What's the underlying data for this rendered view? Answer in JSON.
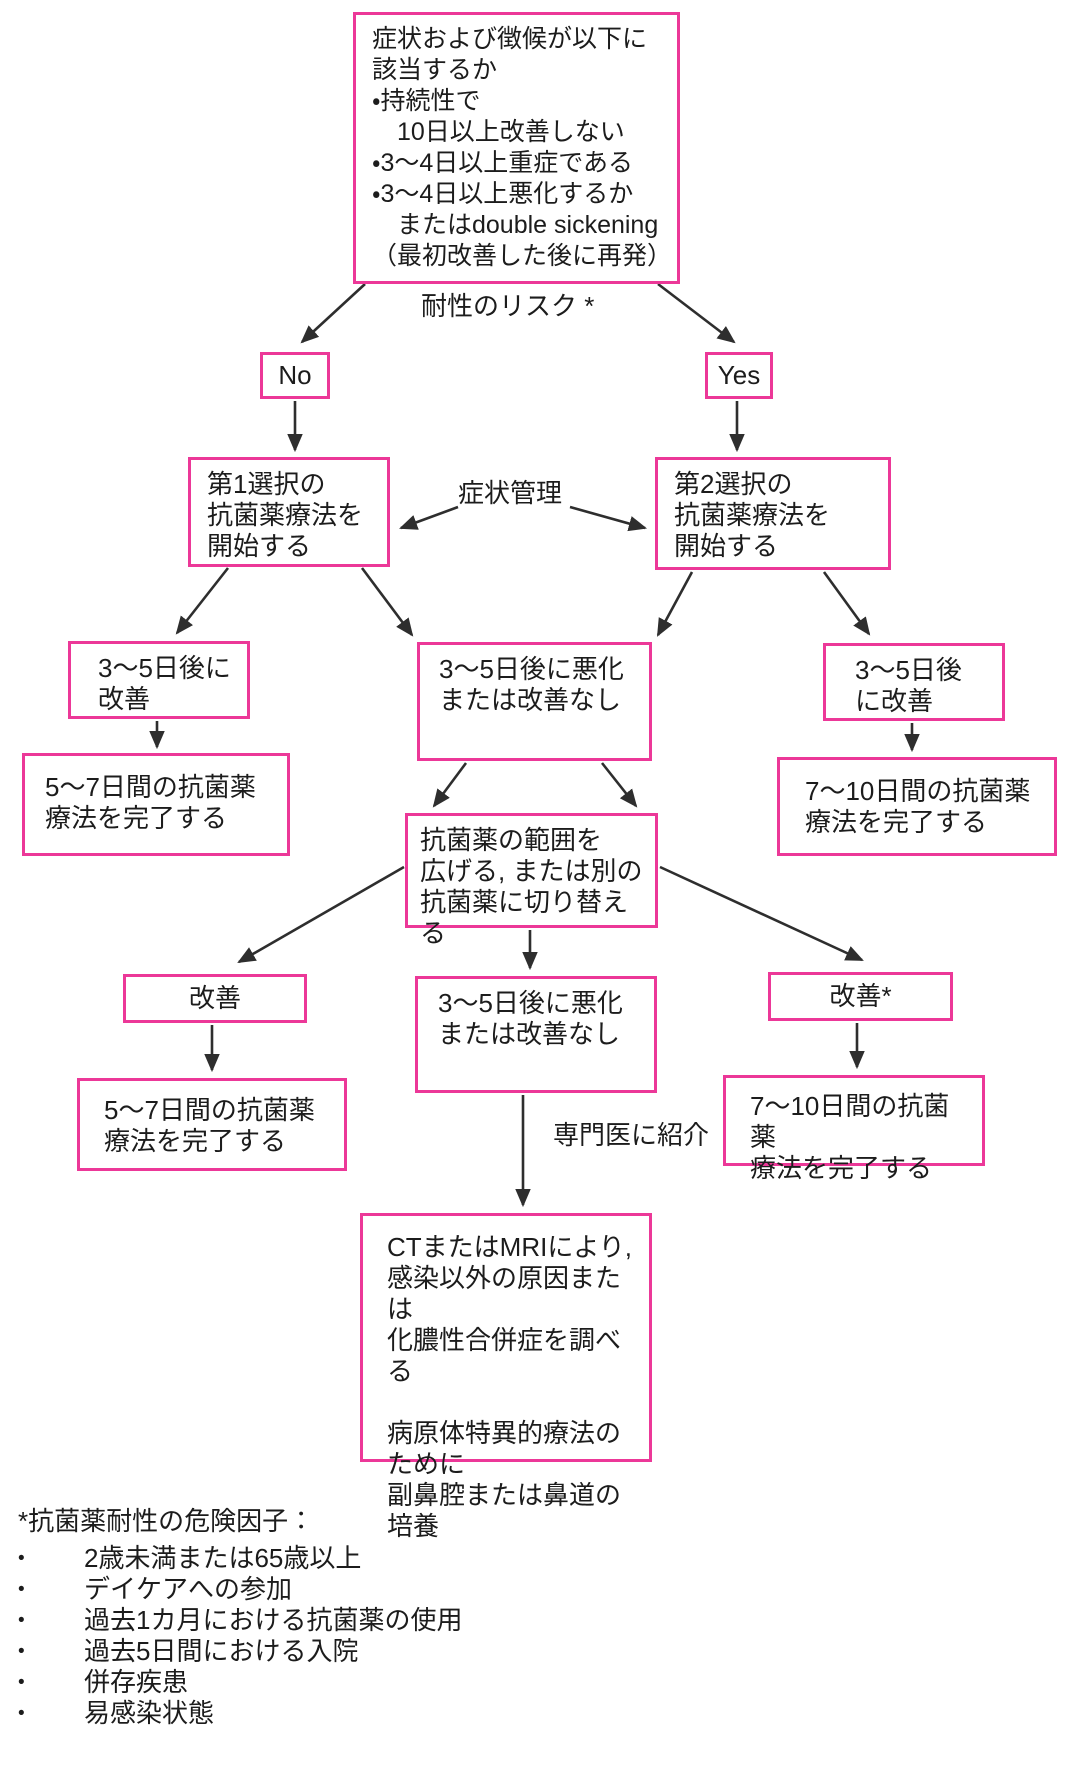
{
  "diagram": {
    "type": "flowchart",
    "language": "ja",
    "accent_color": "#EC3898",
    "arrow_color": "#2E2E2E",
    "background_color": "#FFFFFF",
    "nodes": {
      "symptom": "症状および徴候が以下に\n該当するか\n・持続性で\n　10日以上改善しない\n・3〜4日以上重症である\n・3〜4日以上悪化するか\n　またはdouble sickening\n（最初改善した後に再発）",
      "no": "No",
      "yes": "Yes",
      "first_line": "第1選択の\n抗菌薬療法を\n開始する",
      "second_line": "第2選択の\n抗菌薬療法を\n開始する",
      "improve_a_left": "3〜5日後に\n改善",
      "worsen_a": "3〜5日後に悪化\nまたは改善なし",
      "improve_a_right": "3〜5日後\nに改善",
      "complete57_a": "5〜7日間の抗菌薬\n療法を完了する",
      "complete710_a": "7〜10日間の抗菌薬\n療法を完了する",
      "broaden": "抗菌薬の範囲を\n広げる, または別の\n抗菌薬に切り替える",
      "improve_b_left": "改善",
      "worsen_b": "3〜5日後に悪化\nまたは改善なし",
      "improve_b_right": "改善*",
      "complete57_b": "5〜7日間の抗菌薬\n療法を完了する",
      "complete710_b": "7〜10日間の抗菌薬\n療法を完了する",
      "ct_mri": "CTまたはMRIにより,\n感染以外の原因または\n化膿性合併症を調べる\n\n病原体特異的療法のために\n副鼻腔または鼻道の培養"
    },
    "labels": {
      "resistance_risk": "耐性のリスク *",
      "symptom_management": "症状管理",
      "specialist_referral": "専門医に紹介"
    },
    "footnote": {
      "title": "*抗菌薬耐性の危険因子：",
      "bullet": "•",
      "items": [
        "2歳未満または65歳以上",
        "デイケアへの参加",
        "過去1カ月における抗菌薬の使用",
        "過去5日間における入院",
        "併存疾患",
        "易感染状態"
      ]
    }
  }
}
